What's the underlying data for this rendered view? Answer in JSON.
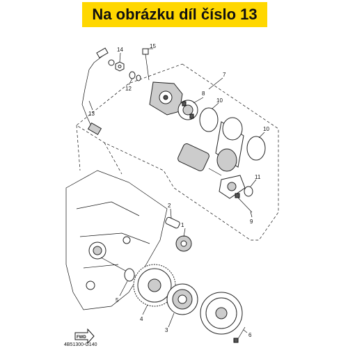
{
  "banner": {
    "text": "Na obrázku díl číslo 13",
    "color": "#ffd700"
  },
  "callouts": {
    "c1": "1",
    "c2": "2",
    "c3": "3",
    "c4": "4",
    "c5": "5",
    "c6": "6",
    "c7": "7",
    "c8": "8",
    "c9": "9",
    "c10a": "10",
    "c10b": "10",
    "c11": "11",
    "c12": "12",
    "c13": "13",
    "c14": "14",
    "c15": "15"
  },
  "diagram_code": "4B51300-G140",
  "fwd_icon": {
    "name": "fwd-arrow-icon",
    "label": "FWD"
  }
}
